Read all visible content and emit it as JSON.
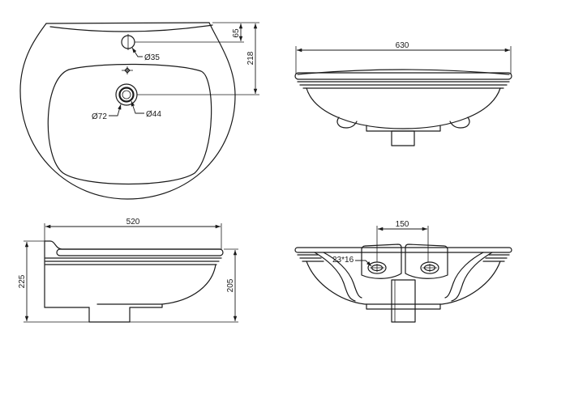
{
  "top_view": {
    "dim_tap_offset": "65",
    "dim_drain_offset": "218",
    "tap_hole_label": "Ø35",
    "drain_outer_label": "Ø72",
    "drain_inner_label": "Ø44"
  },
  "front_view": {
    "dim_width": "630"
  },
  "side_view": {
    "dim_depth": "520",
    "dim_height_back": "225",
    "dim_height_front": "205"
  },
  "bottom_view": {
    "dim_bolt_spacing": "150",
    "bolt_slot_label": "23*16"
  },
  "colors": {
    "line": "#1a1a1a",
    "background": "#ffffff"
  }
}
